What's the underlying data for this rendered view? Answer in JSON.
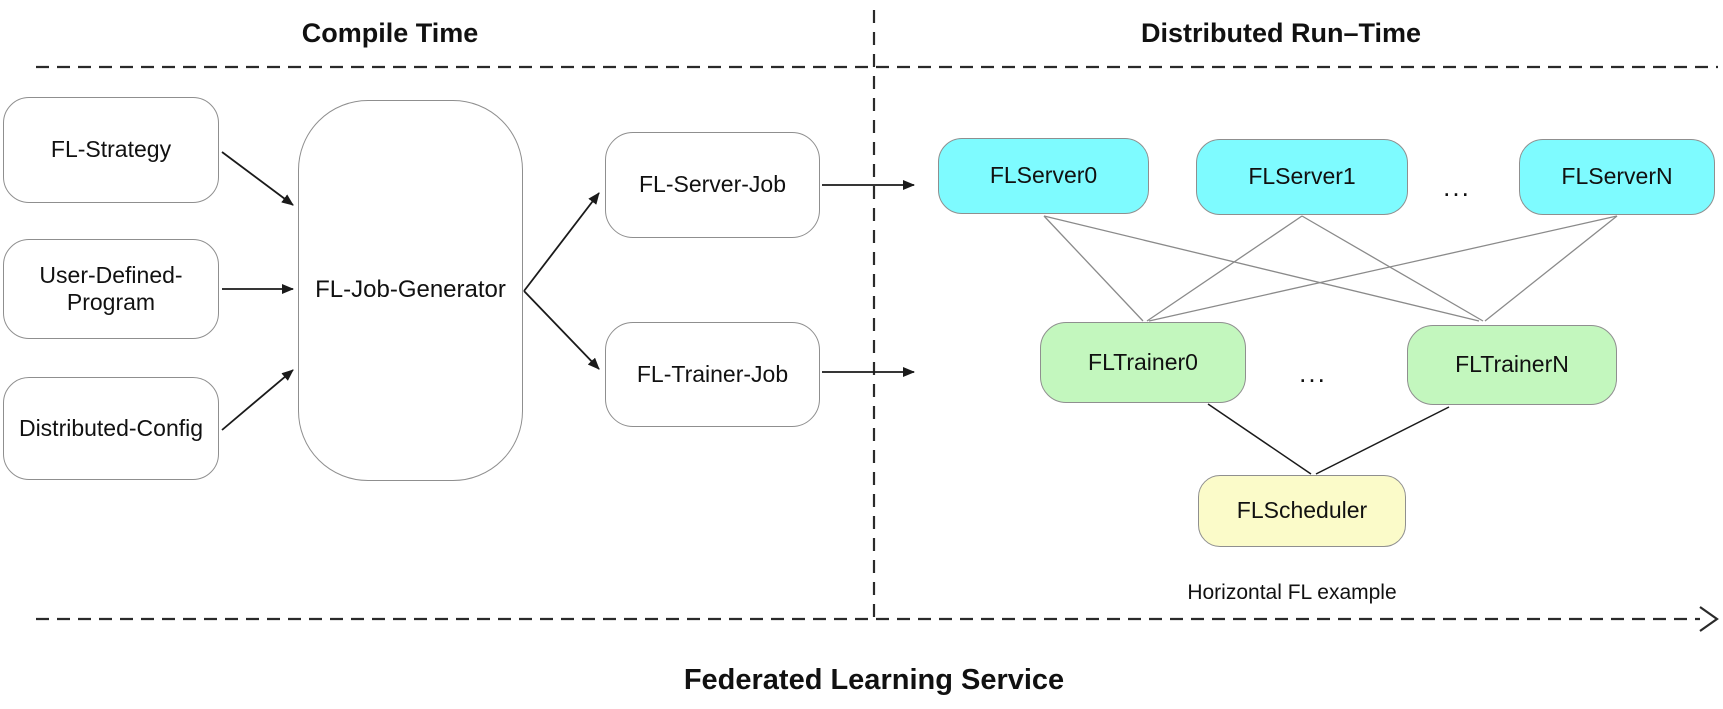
{
  "diagram": {
    "title": "Federated Learning Service",
    "sections": {
      "compile_time": {
        "heading": "Compile Time"
      },
      "distributed_runtime": {
        "heading": "Distributed Run–Time",
        "caption": "Horizontal FL example"
      }
    },
    "compile_nodes": {
      "fl_strategy": "FL-Strategy",
      "user_defined_program": "User-Defined-\nProgram",
      "distributed_config": "Distributed-Config",
      "fl_job_generator": "FL-Job-Generator",
      "fl_server_job": "FL-Server-Job",
      "fl_trainer_job": "FL-Trainer-Job"
    },
    "runtime_nodes": {
      "servers": [
        "FLServer0",
        "FLServer1",
        "FLServerN"
      ],
      "servers_ellipsis": "...",
      "trainers": [
        "FLTrainer0",
        "FLTrainerN"
      ],
      "trainers_ellipsis": "...",
      "scheduler": "FLScheduler"
    },
    "colors": {
      "server_fill": "#7EFBFF",
      "trainer_fill": "#C3F7BE",
      "scheduler_fill": "#FBFBC9",
      "node_border": "#8F8F8F",
      "arrow_line": "#1A1A1A",
      "connector_line": "#8A8A8A"
    }
  }
}
